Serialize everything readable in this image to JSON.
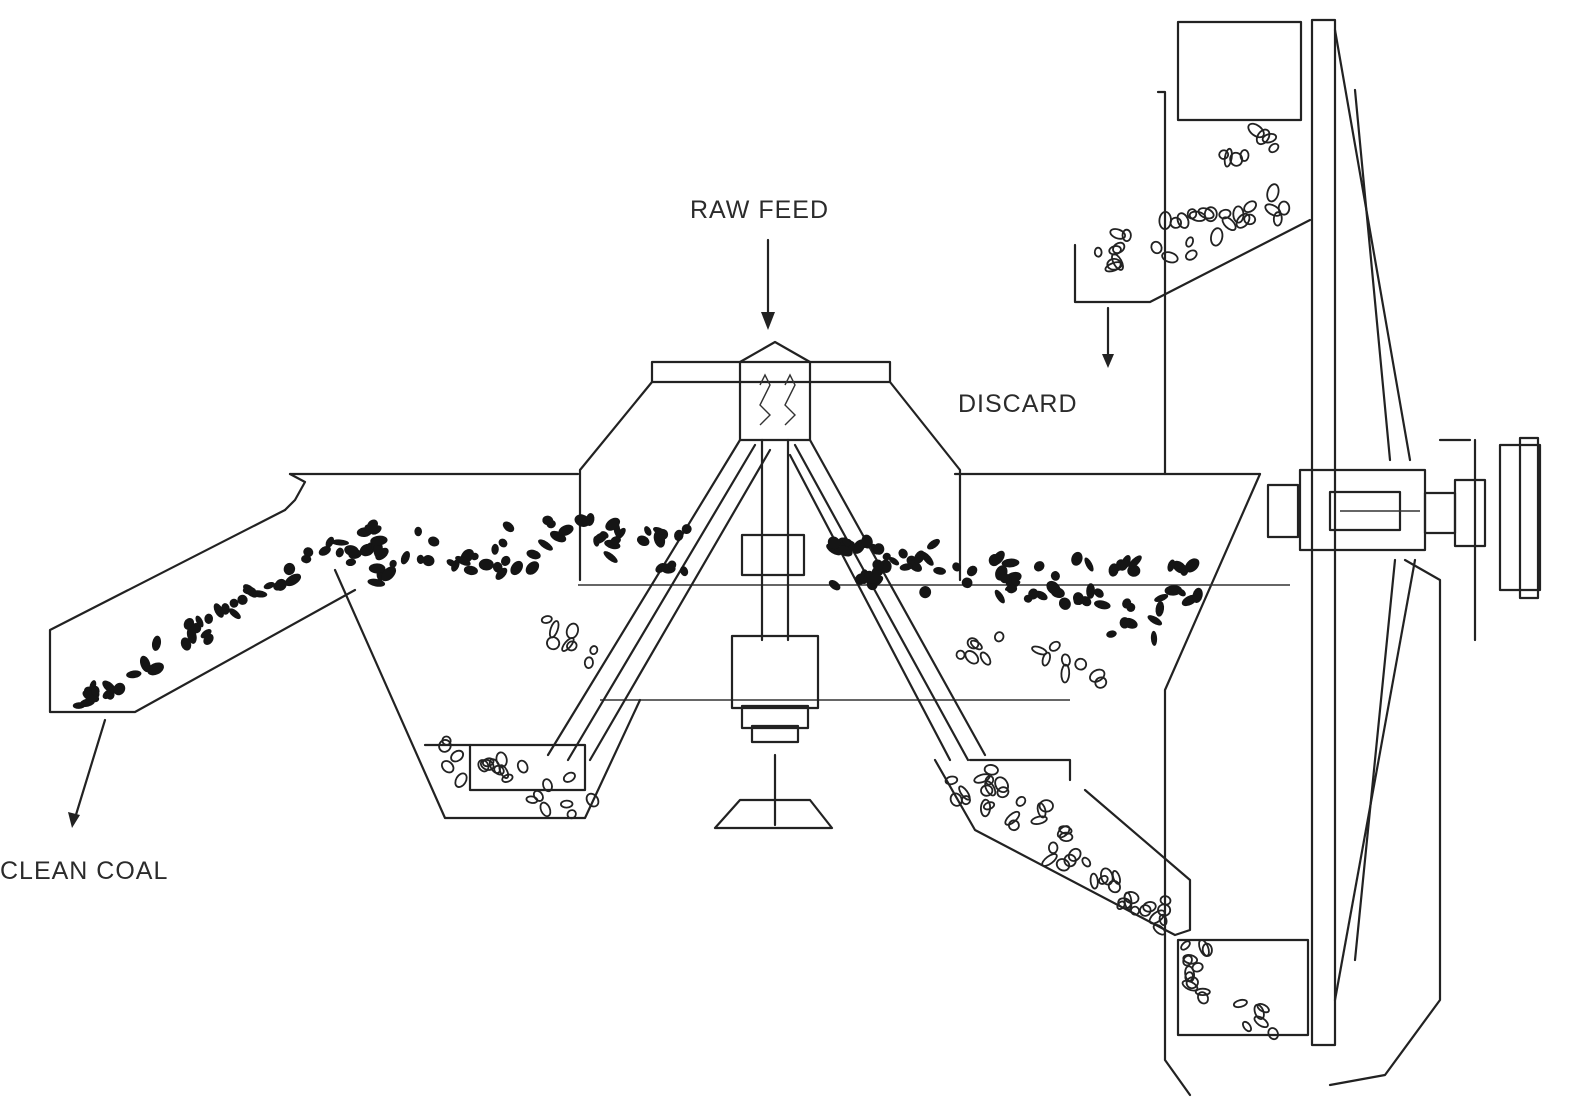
{
  "labels": {
    "raw_feed": "RAW FEED",
    "discard": "DISCARD",
    "clean_coal": "CLEAN COAL"
  },
  "colors": {
    "line": "#222222",
    "coal": "#151515",
    "background": "#ffffff"
  }
}
